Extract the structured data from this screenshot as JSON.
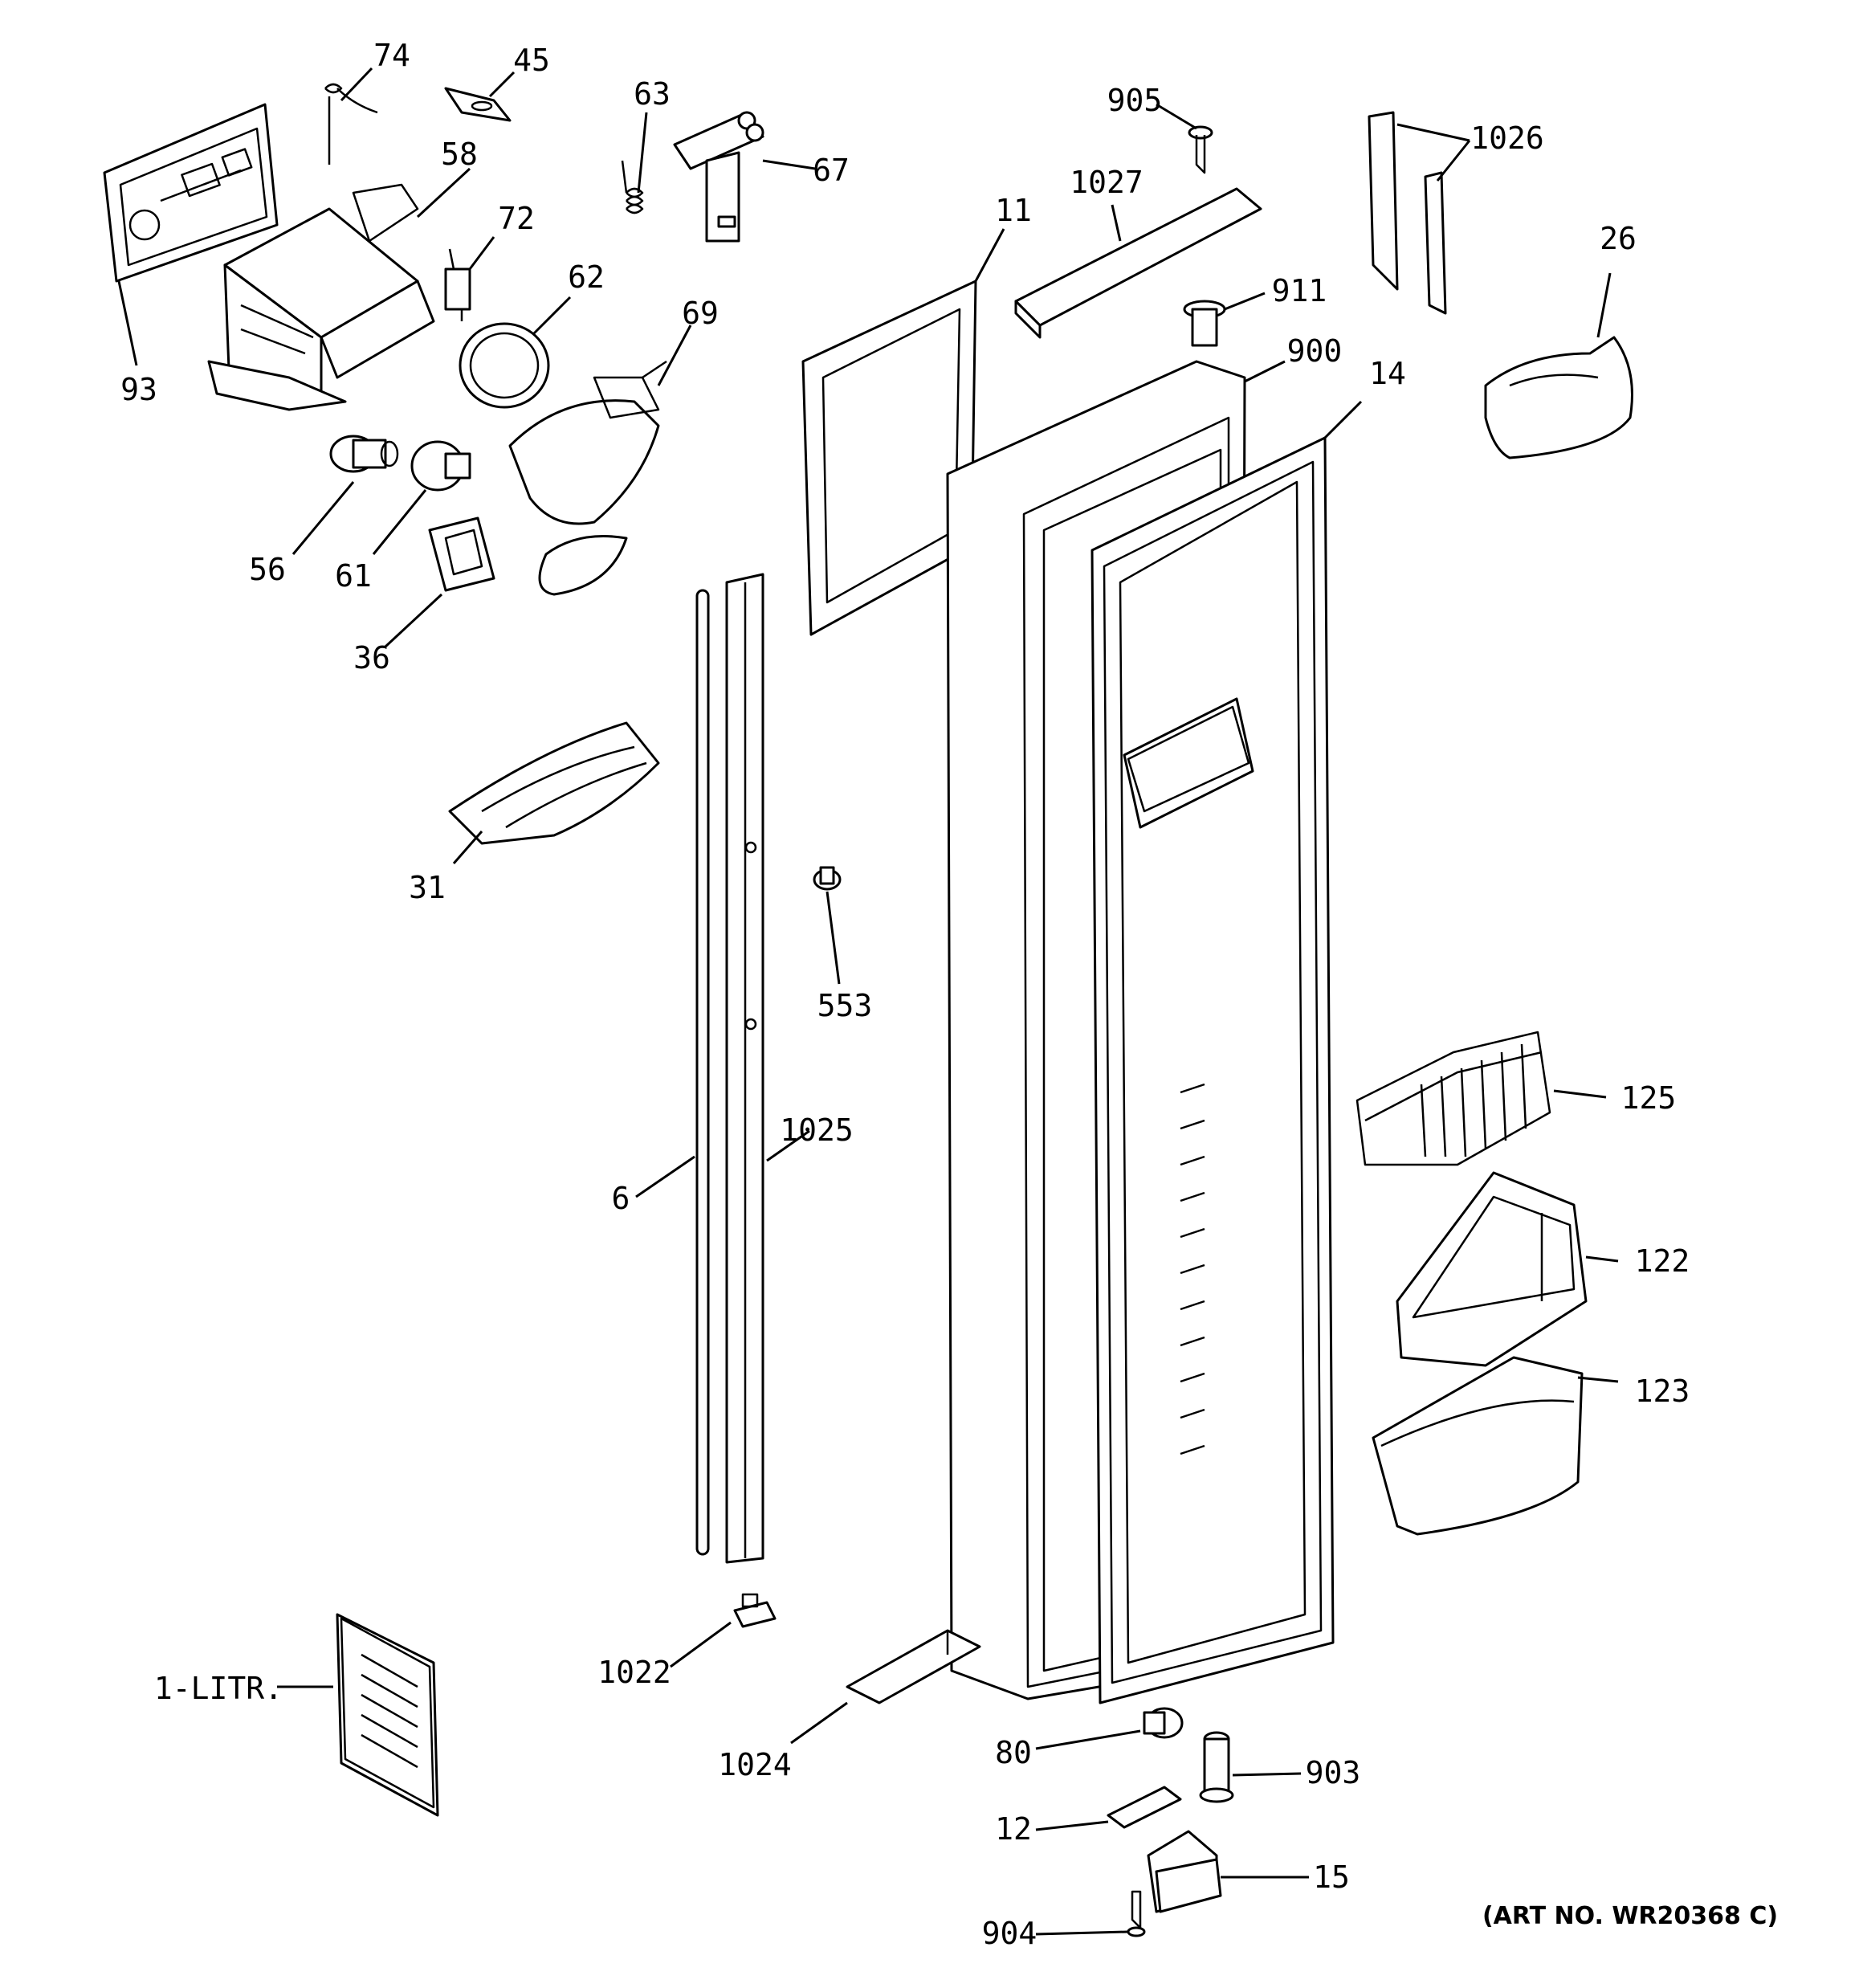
{
  "diagram": {
    "caption": "(ART NO. WR20368 C)",
    "callouts": {
      "c74": "74",
      "c45": "45",
      "c63": "63",
      "c67": "67",
      "c905": "905",
      "c1027": "1027",
      "c1026": "1026",
      "c58": "58",
      "c72": "72",
      "c11": "11",
      "c62": "62",
      "c911": "911",
      "c26": "26",
      "c69": "69",
      "c900": "900",
      "c14": "14",
      "c93": "93",
      "c56": "56",
      "c61": "61",
      "c36": "36",
      "c31": "31",
      "c553": "553",
      "c125": "125",
      "c1025": "1025",
      "c6": "6",
      "c122": "122",
      "c123": "123",
      "c1022": "1022",
      "c1litr": "1-LITR.",
      "c1024": "1024",
      "c80": "80",
      "c903": "903",
      "c12": "12",
      "c15": "15",
      "c904": "904"
    }
  }
}
